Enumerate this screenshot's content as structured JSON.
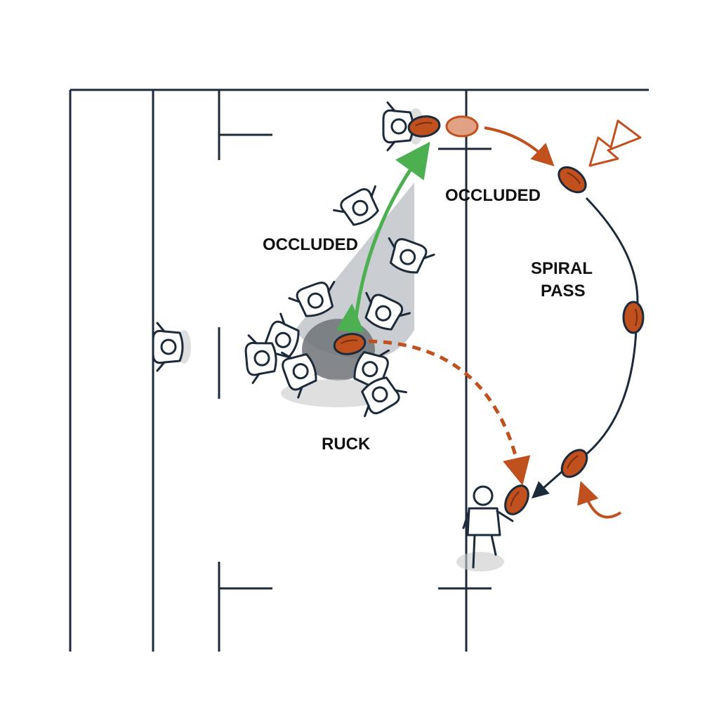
{
  "labels": {
    "occluded_left": "OCCLUDED",
    "occluded_right": "OCCLUDED",
    "spiral_line1": "SPIRAL",
    "spiral_line2": "PASS",
    "ruck": "RUCK"
  },
  "colors": {
    "field_line": "#1c2a3a",
    "ball": "#c0501e",
    "ball_faded": "#e0a184",
    "pass_arrow_green": "#4caf50",
    "pass_arrow_orange": "#c0501e",
    "occlusion_cone": "#b8bcc1",
    "ruck_core": "#6e7378",
    "shadow": "#c9c9c9"
  },
  "icons": [
    "rugby-ball-icon",
    "player-icon",
    "arrow-icon",
    "highlight-arrow-icon"
  ]
}
